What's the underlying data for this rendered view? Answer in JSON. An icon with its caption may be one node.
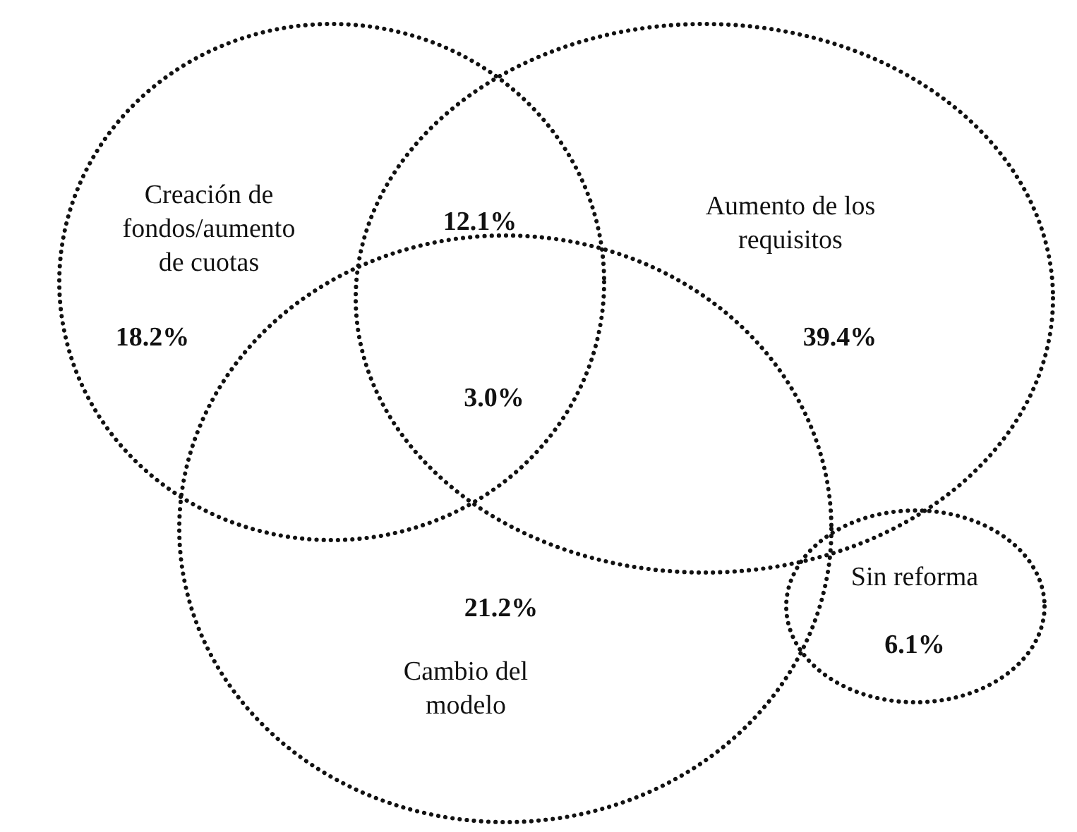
{
  "diagram": {
    "nodes": [
      {
        "text": [
          "Creación de fondos/aumento de cuotas",
          "18.2%"
        ]
      },
      {
        "text": [
          "Aumento de los requisitos",
          "39.4%"
        ]
      },
      {
        "text": [
          "21.2%",
          "Cambio del modelo"
        ]
      },
      {
        "text": [
          "Sin reforma",
          "6.1%"
        ]
      }
    ],
    "edges": [],
    "labels": [
      "12.1%",
      "3.0%"
    ]
  }
}
